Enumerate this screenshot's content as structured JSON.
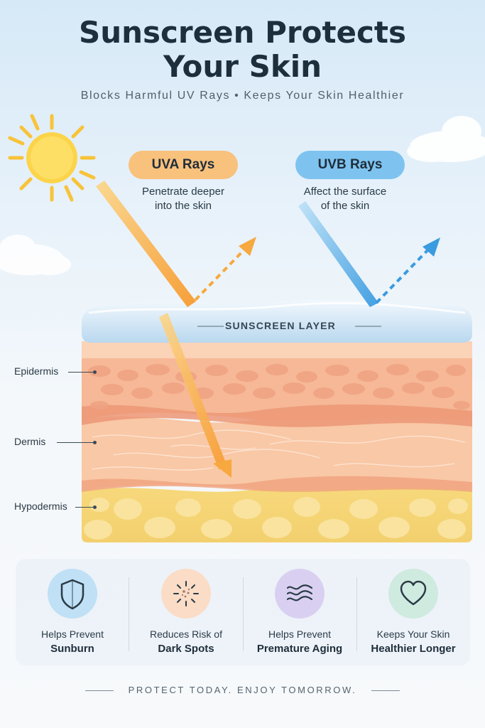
{
  "header": {
    "title_line1": "Sunscreen Protects",
    "title_line2": "Your Skin",
    "subtitle": "Blocks Harmful UV Rays • Keeps Your Skin Healthier"
  },
  "rays": {
    "uva": {
      "label": "UVA Rays",
      "desc_line1": "Penetrate deeper",
      "desc_line2": "into the skin",
      "color": "#f8c17c"
    },
    "uvb": {
      "label": "UVB Rays",
      "desc_line1": "Affect the surface",
      "desc_line2": "of the skin",
      "color": "#7ec3ef"
    }
  },
  "diagram": {
    "sunscreen_label": "SUNSCREEN LAYER",
    "layers": {
      "epidermis": "Epidermis",
      "dermis": "Dermis",
      "hypodermis": "Hypodermis"
    }
  },
  "benefits": [
    {
      "line1": "Helps Prevent",
      "line2": "Sunburn",
      "icon": "shield-icon",
      "color": "#bfe0f5"
    },
    {
      "line1": "Reduces Risk of",
      "line2": "Dark Spots",
      "icon": "dark-spots-icon",
      "color": "#fbdcc6"
    },
    {
      "line1": "Helps Prevent",
      "line2": "Premature Aging",
      "icon": "wave-lines-icon",
      "color": "#d9d0f1"
    },
    {
      "line1": "Keeps Your Skin",
      "line2": "Healthier Longer",
      "icon": "heart-icon",
      "color": "#cfeadf"
    }
  ],
  "footer": {
    "text": "PROTECT TODAY. ENJOY TOMORROW."
  }
}
